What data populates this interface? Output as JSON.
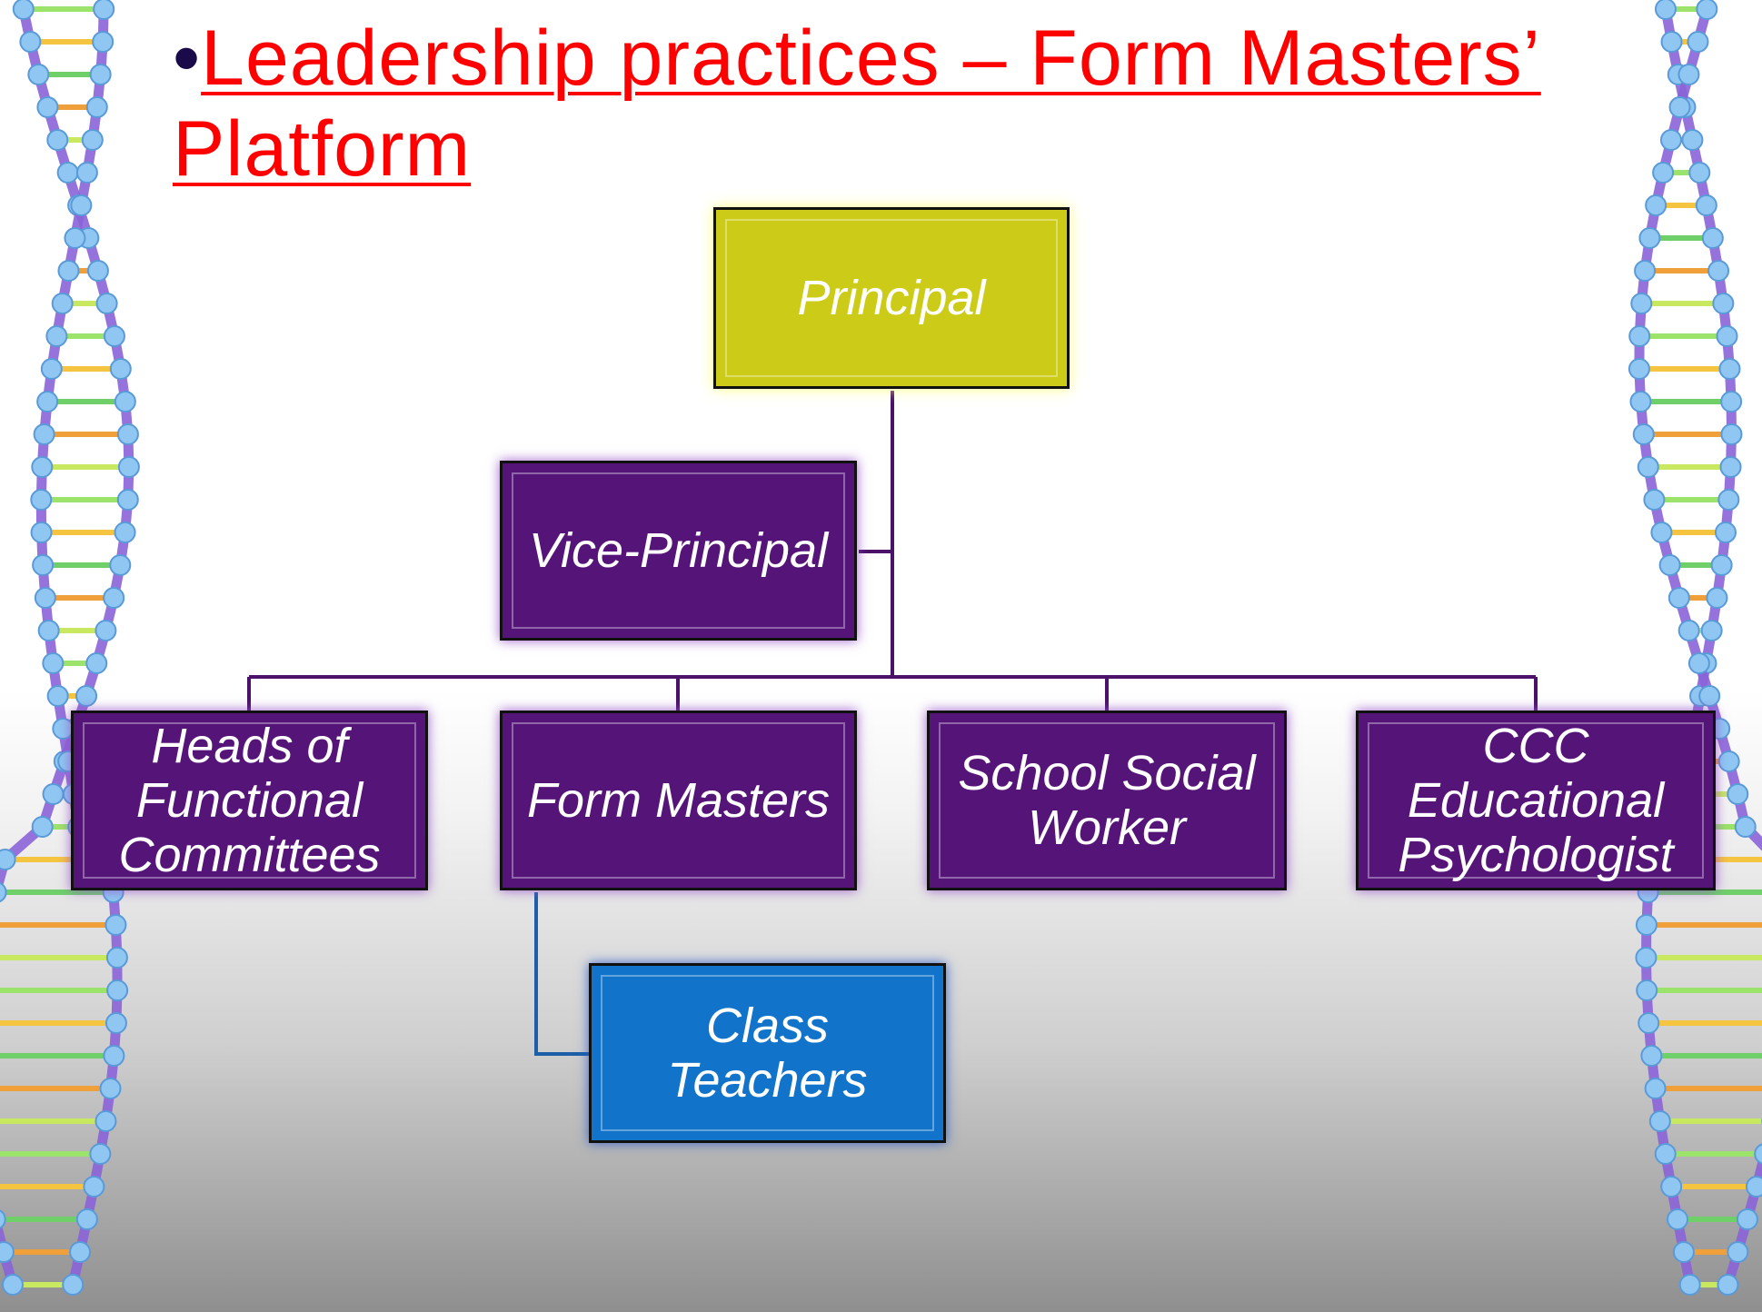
{
  "title": {
    "bullet": "•",
    "line1": "Leadership practices – Form Masters’",
    "line2": "Platform"
  },
  "org_chart": {
    "principal": "Principal",
    "vice_principal": "Vice-Principal",
    "heads_line1": "Heads of",
    "heads_line2": "Functional",
    "heads_line3": "Committees",
    "form_masters": "Form Masters",
    "social_line1": "School Social",
    "social_line2": "Worker",
    "ccc_line1": "CCC",
    "ccc_line2": "Educational",
    "ccc_line3": "Psychologist",
    "class_line1": "Class",
    "class_line2": "Teachers"
  },
  "colors": {
    "title": "#ff0000",
    "principal_box": "#cccc18",
    "purple_box": "#541478",
    "blue_box": "#1173c9",
    "connector": "#4a1268",
    "connector_blue": "#1c5fa8"
  }
}
